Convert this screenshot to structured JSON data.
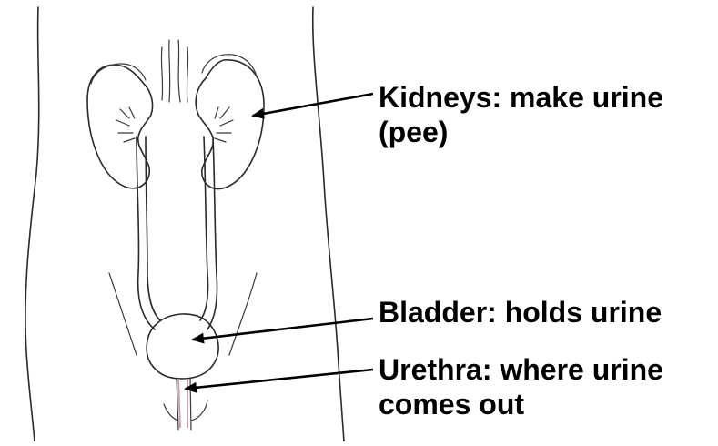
{
  "labels": {
    "kidneys_line1": "Kidneys: make urine",
    "kidneys_line2": "(pee)",
    "bladder": "Bladder: holds urine",
    "urethra_line1": "Urethra: where urine",
    "urethra_line2": "comes out"
  },
  "colors": {
    "ink": "#2a2a2a",
    "urethra_tint": "#c9a3a8",
    "arrow": "#000000"
  }
}
